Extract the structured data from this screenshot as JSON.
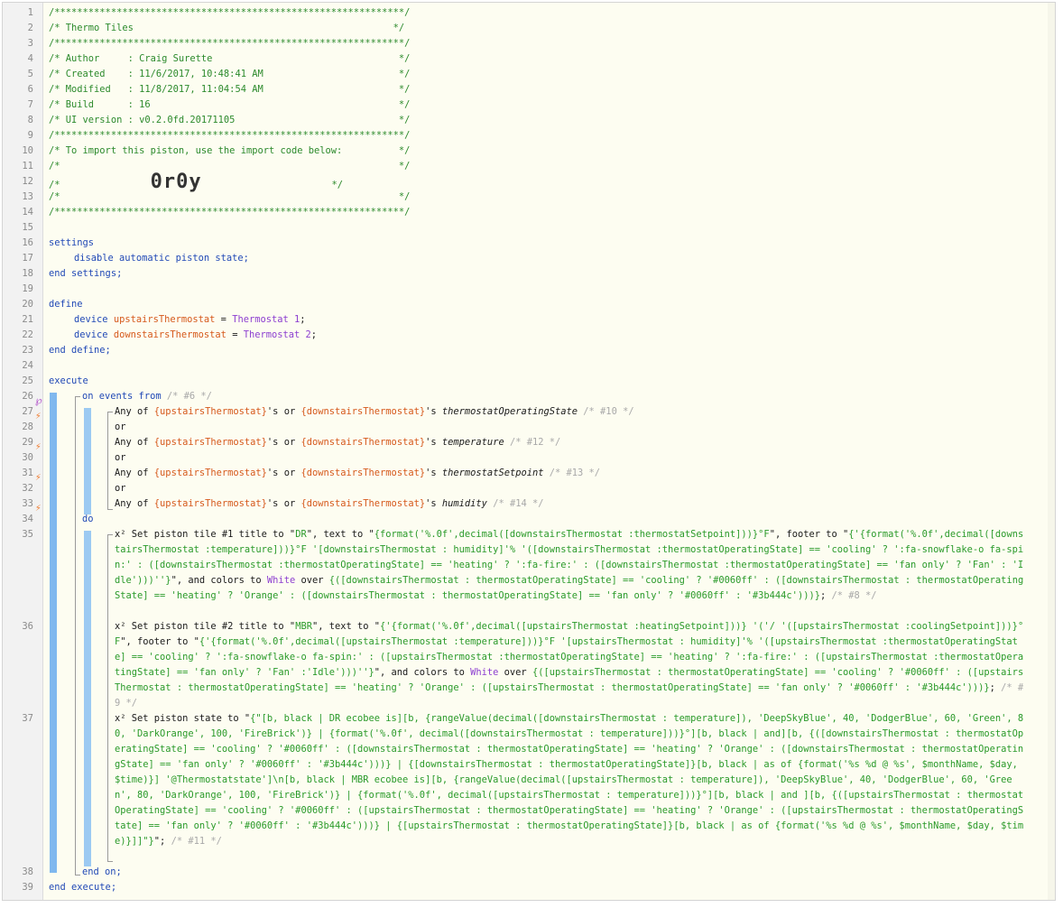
{
  "line_numbers": [
    "1",
    "2",
    "3",
    "4",
    "5",
    "6",
    "7",
    "8",
    "9",
    "10",
    "11",
    "12",
    "13",
    "14",
    "15",
    "16",
    "17",
    "18",
    "19",
    "20",
    "21",
    "22",
    "23",
    "24",
    "25",
    "26",
    "27",
    "28",
    "29",
    "30",
    "31",
    "32",
    "33",
    "34",
    "35",
    "36",
    "37",
    "38",
    "39"
  ],
  "header": {
    "l1": "/**************************************************************/",
    "l2": "/* Thermo Tiles                                              */",
    "l3": "/**************************************************************/",
    "l4": "/* Author     : Craig Surette                                 */",
    "l5": "/* Created    : 11/6/2017, 10:48:41 AM                        */",
    "l6": "/* Modified   : 11/8/2017, 11:04:54 AM                        */",
    "l7": "/* Build      : 16                                            */",
    "l8": "/* UI version : v0.2.0fd.20171105                             */",
    "l9": "/**************************************************************/",
    "l10": "/* To import this piston, use the import code below:          */",
    "l11": "/*                                                            */",
    "l12a": "/*                ",
    "pin_code": "0r0y",
    "l12b": "                       */",
    "l13": "/*                                                            */",
    "l14": "/**************************************************************/"
  },
  "settings": {
    "open": "settings",
    "disable": "disable automatic piston state;",
    "close": "end settings;"
  },
  "define": {
    "open": "define",
    "dev_kw": "device",
    "var1": "upstairsThermostat",
    "eq": " = ",
    "dev1": "Thermostat 1",
    "semi": ";",
    "var2": "downstairsThermostat",
    "dev2": "Thermostat 2",
    "close": "end define;"
  },
  "execute": {
    "open": "execute",
    "on_events": "on events from",
    "on_comment": " /* #6 */",
    "any_of": "Any of ",
    "up_ref": "{upstairsThermostat}",
    "s_or": "'s or ",
    "down_ref": "{downstairsThermostat}",
    "s": "'s ",
    "attr1": "thermostatOperatingState",
    "c1": " /* #10 */",
    "or": "or",
    "attr2": "temperature",
    "c2": " /* #12 */",
    "attr3": "thermostatSetpoint",
    "c3": " /* #13 */",
    "attr4": "humidity",
    "c4": " /* #14 */",
    "do": "do",
    "end_on": "end on;",
    "close": "end execute;"
  },
  "statements": {
    "s35_prefix": "x² Set piston tile #1 title to \"",
    "s35_title": "DR",
    "s35_mid": "\", text to \"",
    "s35_text": "{format('%.0f',decimal([downstairsThermostat :thermostatSetpoint]))}°F",
    "s35_footer_label": "\", footer to \"",
    "s35_footer": "{'{format('%.0f',decimal([downstairsThermostat :temperature]))}°F '[downstairsThermostat : humidity]'% '([downstairsThermostat :thermostatOperatingState] == 'cooling' ? ':fa-snowflake-o fa-spin:' : ([downstairsThermostat :thermostatOperatingState] == 'heating' ? ':fa-fire:' : ([downstairsThermostat :thermostatOperatingState] == 'fan only' ? 'Fan' : 'Idle')))''}",
    "s35_colors": "\", and colors to ",
    "s35_white": "White",
    "s35_over": " over ",
    "s35_expr": "{([downstairsThermostat : thermostatOperatingState] == 'cooling' ? '#0060ff' : ([downstairsThermostat : thermostatOperatingState] == 'heating' ? 'Orange' : ([downstairsThermostat : thermostatOperatingState] == 'fan only' ? '#0060ff' : '#3b444c')))}",
    "s35_end": ";",
    "s35_comment": " /* #8 */",
    "s36_prefix": "x² Set piston tile #2 title to \"",
    "s36_title": "MBR",
    "s36_mid": "\", text to \"",
    "s36_text": "{'{format('%.0f',decimal([upstairsThermostat :heatingSetpoint]))} '('/ '([upstairsThermostat :coolingSetpoint]))}°F",
    "s36_footer_label": "\", footer to \"",
    "s36_footer": "{'{format('%.0f',decimal([upstairsThermostat :temperature]))}°F '[upstairsThermostat : humidity]'% '([upstairsThermostat :thermostatOperatingState] == 'cooling' ? ':fa-snowflake-o fa-spin:' : ([upstairsThermostat :thermostatOperatingState] == 'heating' ? ':fa-fire:' : ([upstairsThermostat :thermostatOperatingState] == 'fan only' ? 'Fan' :'Idle')))''}",
    "s36_colors": "\", and colors to ",
    "s36_white": "White",
    "s36_over": " over ",
    "s36_expr": "{([upstairsThermostat : thermostatOperatingState] == 'cooling' ? '#0060ff' : ([upstairsThermostat : thermostatOperatingState] == 'heating' ? 'Orange' : ([upstairsThermostat : thermostatOperatingState] == 'fan only' ? '#0060ff' : '#3b444c')))}",
    "s36_end": ";",
    "s36_comment": " /* #9 */",
    "s37_prefix": "x² Set piston state to \"",
    "s37_body": "{\"[b, black | DR ecobee is][b, {rangeValue(decimal([downstairsThermostat : temperature]), 'DeepSkyBlue', 40, 'DodgerBlue', 60, 'Green', 80, 'DarkOrange', 100, 'FireBrick')} | {format('%.0f', decimal([downstairsThermostat : temperature]))}°][b, black | and][b, {([downstairsThermostat : thermostatOperatingState] == 'cooling' ? '#0060ff' : ([downstairsThermostat : thermostatOperatingState] == 'heating' ? 'Orange' : ([downstairsThermostat : thermostatOperatingState] == 'fan only' ? '#0060ff' : '#3b444c')))} | {[downstairsThermostat : thermostatOperatingState]}[b, black | as of {format('%s %d @ %s', $monthName, $day, $time)}] '@Thermostatstate']\\n[b, black | MBR ecobee is][b, {rangeValue(decimal([upstairsThermostat : temperature]), 'DeepSkyBlue', 40, 'DodgerBlue', 60, 'Green', 80, 'DarkOrange', 100, 'FireBrick')} | {format('%.0f', decimal([upstairsThermostat : temperature]))}°][b, black | and ][b, {([upstairsThermostat : thermostatOperatingState] == 'cooling' ? '#0060ff' : ([upstairsThermostat : thermostatOperatingState] == 'heating' ? 'Orange' : ([upstairsThermostat : thermostatOperatingState] == 'fan only' ? '#0060ff' : '#3b444c')))} | {[upstairsThermostat : thermostatOperatingState]}[b, black | as of {format('%s %d @ %s', $monthName, $day, $time)}]]\"}",
    "s37_end": "\";",
    "s37_comment": " /* #11 */"
  },
  "colors": {
    "background": "#fdfdf1",
    "comment": "#2c8a2c",
    "keyword": "#2149b6",
    "variable": "#d6591c",
    "device": "#8d3fd0",
    "string": "#2a9a2a",
    "gutter_mark": "#f07a2c",
    "block_bar": "#7fb8ee"
  },
  "gutter_marks": {
    "trigger_icon": "⚡",
    "event_icon": "℘"
  }
}
